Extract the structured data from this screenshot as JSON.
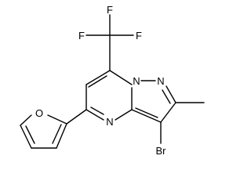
{
  "molecule": {
    "atoms": {
      "f1": "F",
      "f2": "F",
      "f3": "F",
      "n_bridge": "N",
      "n_pyrazole": "N",
      "n_pyrimidine": "N",
      "o_furan": "O",
      "br": "Br"
    }
  }
}
